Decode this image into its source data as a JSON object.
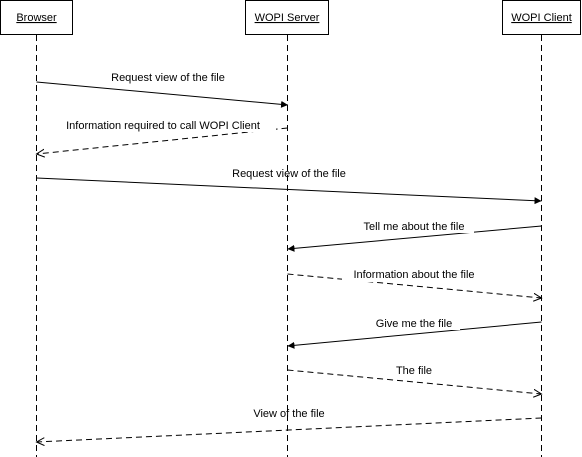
{
  "participants": [
    {
      "id": "browser",
      "label": "Browser"
    },
    {
      "id": "wopi_server",
      "label": "WOPI Server"
    },
    {
      "id": "wopi_client",
      "label": "WOPI Client"
    }
  ],
  "messages": [
    {
      "from": "browser",
      "to": "wopi_server",
      "label": "Request view of the file",
      "style": "solid"
    },
    {
      "from": "wopi_server",
      "to": "browser",
      "label": "Information required to call WOPI Client",
      "style": "dashed"
    },
    {
      "from": "browser",
      "to": "wopi_client",
      "label": "Request view of the file",
      "style": "solid"
    },
    {
      "from": "wopi_client",
      "to": "wopi_server",
      "label": "Tell me about the file",
      "style": "solid"
    },
    {
      "from": "wopi_server",
      "to": "wopi_client",
      "label": "Information about the file",
      "style": "dashed"
    },
    {
      "from": "wopi_client",
      "to": "wopi_server",
      "label": "Give me the file",
      "style": "solid"
    },
    {
      "from": "wopi_server",
      "to": "wopi_client",
      "label": "The file",
      "style": "dashed"
    },
    {
      "from": "wopi_client",
      "to": "browser",
      "label": "View of the file",
      "style": "dashed"
    }
  ]
}
